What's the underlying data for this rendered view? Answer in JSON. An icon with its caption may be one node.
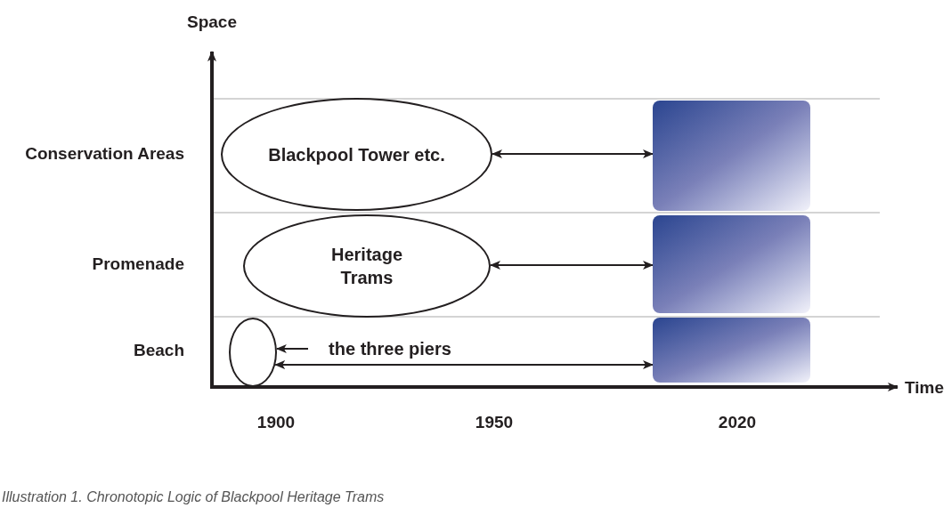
{
  "diagram": {
    "caption": "Illustration 1. Chronotopic Logic of Blackpool Heritage Trams",
    "nodes": [
      {
        "text": [
          "Blackpool Tower etc."
        ]
      },
      {
        "text": [],
        "shape": "box"
      },
      {
        "text": [
          "Heritage Trams"
        ]
      },
      {
        "text": [],
        "shape": "box"
      },
      {
        "text": [],
        "shape": "ellipse"
      },
      {
        "text": [
          "the three piers"
        ]
      },
      {
        "text": [],
        "shape": "box"
      }
    ],
    "edges": [
      {
        "from": 0,
        "to": 1,
        "arrow": "both"
      },
      {
        "from": 2,
        "to": 3,
        "arrow": "both"
      },
      {
        "from": 5,
        "to": 4,
        "arrow": "to"
      },
      {
        "from": 4,
        "to": 6,
        "arrow": "both"
      }
    ],
    "labels": [
      "Space",
      "Conservation Areas",
      "Promenade",
      "Beach",
      "Time",
      "1900",
      "1950",
      "2020"
    ]
  }
}
